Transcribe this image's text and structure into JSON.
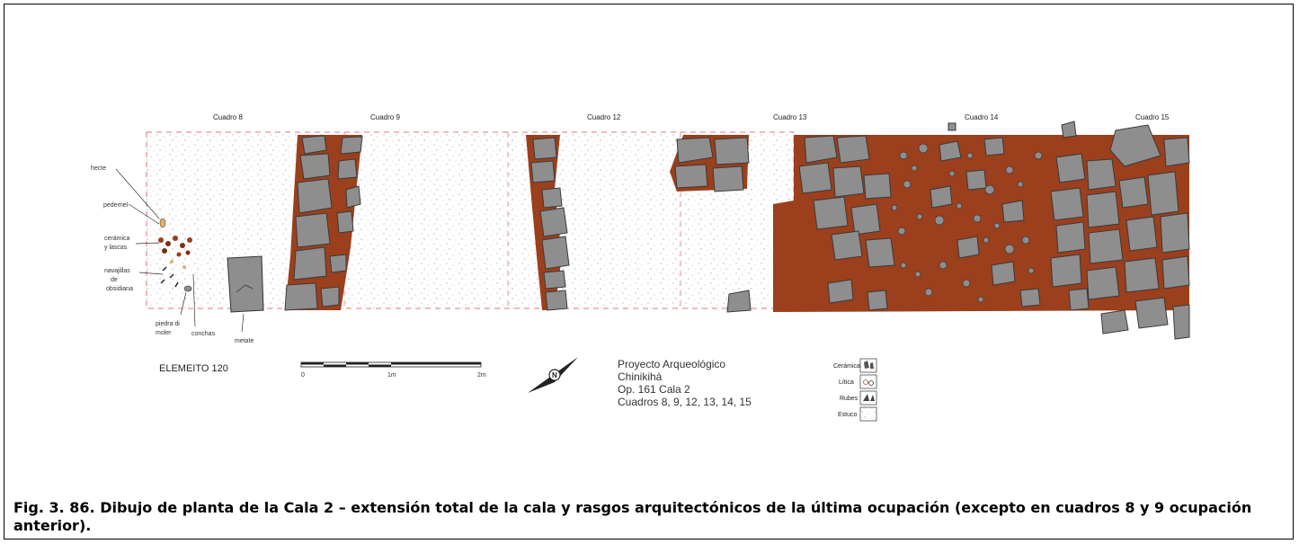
{
  "cuadros": [
    "Cuadro 8",
    "Cuadro 9",
    "Cuadro 12",
    "Cuadro 13",
    "Cuadro 14",
    "Cuadro 15"
  ],
  "annotations": {
    "hecte": "hecte",
    "pedernal": "pedernel",
    "ceramica_1": "cerámica",
    "ceramica_2": "y lascas",
    "navajillas_1": "navajillas",
    "navajillas_2": "de",
    "navajillas_3": "obsidiana",
    "piedra_1": "piedra di",
    "piedra_2": "moler",
    "conchas": "conchas",
    "metate": "metate"
  },
  "element_label": "ELEMEITO 120",
  "scale": {
    "labels": [
      "0",
      "1m",
      "2m"
    ]
  },
  "project": {
    "line1": "Proyecto Arqueológico",
    "line2": "Chinikihá",
    "line3": "Op. 161 Cala 2",
    "line4": "Cuadros 8, 9, 12, 13, 14, 15"
  },
  "legend": [
    "Cerámica",
    "Lítica",
    "Rubes",
    "Estuco"
  ],
  "caption": "Fig. 3. 86. Dibujo de planta de la Cala 2 – extensión total de la cala y rasgos arquitectónicos de la última ocupación (excepto en cuadros 8 y 9 ocupación anterior).",
  "colors": {
    "soil": "#9b3f1c",
    "stone": "#8e8e8e",
    "stucco_dots": "#b9b9c4"
  }
}
